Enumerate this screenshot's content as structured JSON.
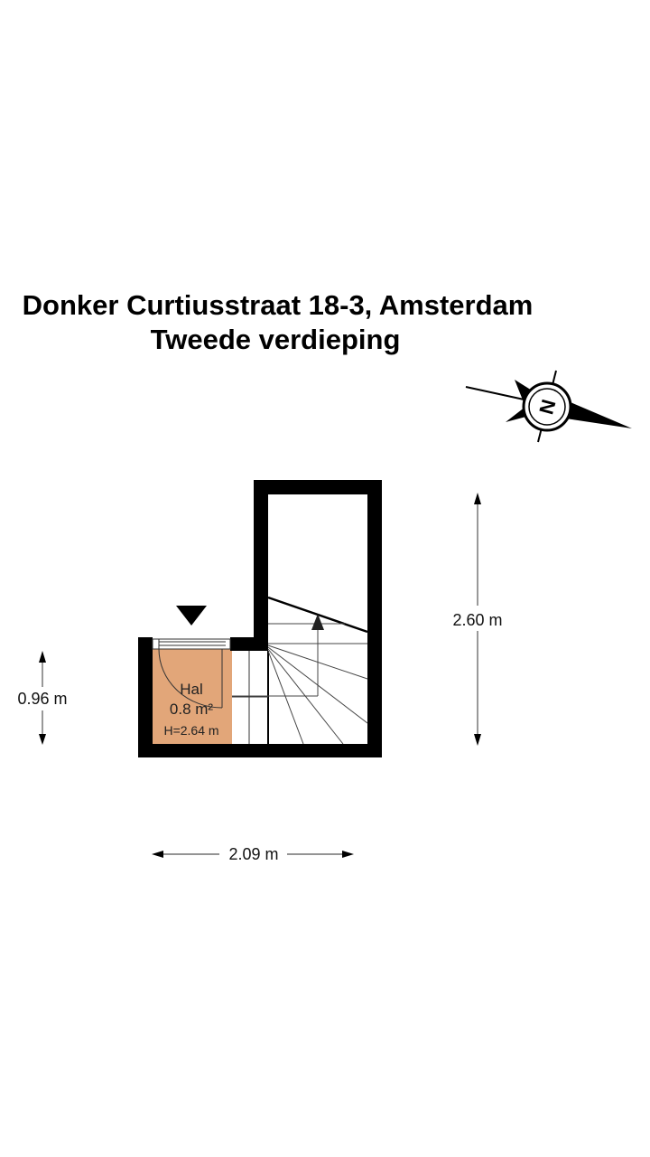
{
  "title": {
    "address": "Donker Curtiusstraat 18-3, Amsterdam",
    "floor": "Tweede verdieping"
  },
  "compass": {
    "label": "N",
    "icon": "north-arrow-compass-icon"
  },
  "rooms": [
    {
      "name": "Hal",
      "area": "0.8 m²",
      "height": "H=2.64 m",
      "fill": "#e2a679"
    }
  ],
  "dimensions": {
    "left_height": "0.96 m",
    "right_height": "2.60 m",
    "bottom_width": "2.09 m"
  },
  "colors": {
    "wall": "#000000",
    "room_fill": "#e2a679",
    "background": "#ffffff"
  }
}
